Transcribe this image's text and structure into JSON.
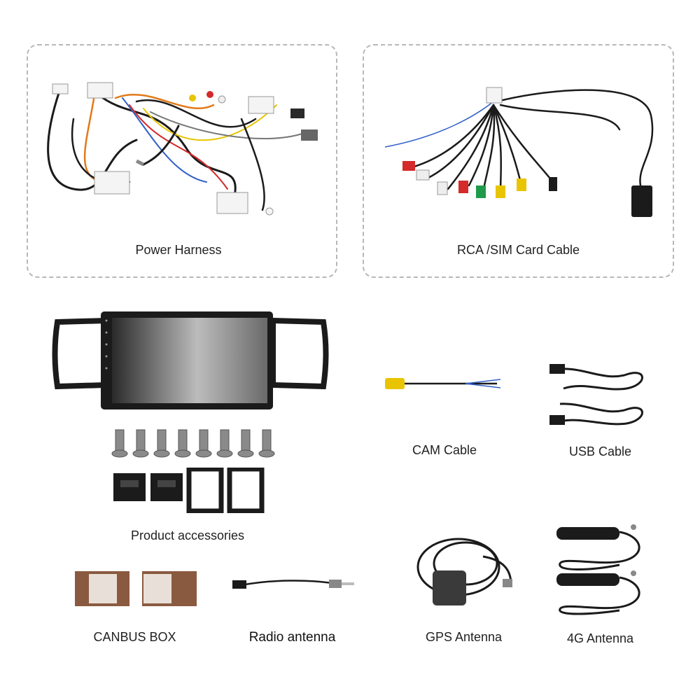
{
  "items": {
    "power_harness": "Power Harness",
    "rca_sim_cable": "RCA /SIM Card Cable",
    "cam_cable": "CAM Cable",
    "usb_cable": "USB Cable",
    "product_accessories": "Product accessories",
    "canbus_box": "CANBUS BOX",
    "radio_antenna": "Radio antenna",
    "gps_antenna": "GPS Antenna",
    "antenna_4g": "4G Antenna"
  },
  "colors": {
    "box_border": "#b8b8b8",
    "rca_red": "#d42a2a",
    "rca_white": "#eeeeee",
    "rca_yellow": "#e8c500",
    "rca_green": "#1f9a4a",
    "wire_black": "#1b1b1b",
    "wire_orange": "#e27a1a",
    "wire_blue": "#2f5fc8"
  }
}
